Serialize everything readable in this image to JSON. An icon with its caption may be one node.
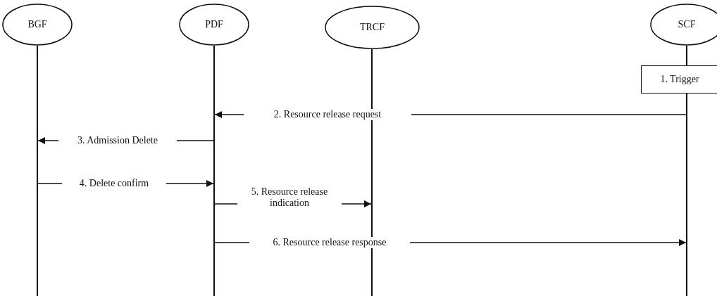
{
  "diagram": {
    "nodes": [
      {
        "text": [
          "BGF"
        ]
      },
      {
        "text": [
          "PDF"
        ]
      },
      {
        "text": [
          "TRCF"
        ]
      },
      {
        "text": [
          "SCF"
        ]
      },
      {
        "text": [
          "1. Trigger"
        ]
      },
      {
        "text": [],
        "shape": "bar"
      },
      {
        "text": [],
        "shape": "bar"
      },
      {
        "text": [],
        "shape": "bar"
      },
      {
        "text": [],
        "shape": "bar"
      }
    ],
    "edges": [
      {
        "from": 8,
        "to": 6,
        "arrow": "to",
        "label": "2. Resource release request"
      },
      {
        "from": 6,
        "to": 5,
        "arrow": "to",
        "label": "3. Admission Delete"
      },
      {
        "from": 5,
        "to": 6,
        "arrow": "to",
        "label": "4. Delete confirm"
      },
      {
        "from": 6,
        "to": 7,
        "arrow": "to",
        "label": "5. Resource release indication"
      },
      {
        "from": 6,
        "to": 8,
        "arrow": "to",
        "label": "6. Resource release response"
      }
    ]
  }
}
